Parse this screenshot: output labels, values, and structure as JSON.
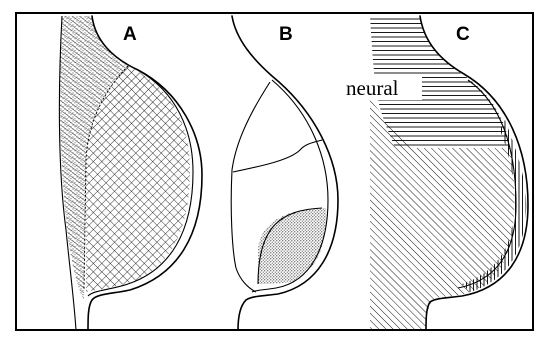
{
  "figure": {
    "panels": [
      {
        "letter": "A"
      },
      {
        "letter": "B"
      },
      {
        "letter": "C"
      }
    ],
    "annotations": {
      "neural": "neural"
    },
    "colors": {
      "ink": "#000000",
      "paper": "#ffffff"
    }
  }
}
